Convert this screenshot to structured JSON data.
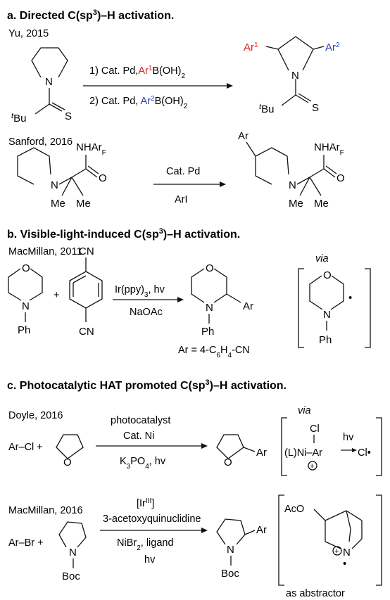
{
  "section_a": {
    "title": "a. Directed C(sp3)–H activation.",
    "yu": {
      "citation": "Yu, 2015",
      "step1_prefix": "1) Cat. Pd,",
      "ar1": "Ar1",
      "step1_suffix": "B(OH)2",
      "step2_prefix": "2) Cat. Pd,",
      "ar2": "Ar2",
      "step2_suffix": "B(OH)2",
      "reactant_atoms": {
        "n": "N",
        "tbu": "tBu",
        "s": "S"
      },
      "product_atoms": {
        "ar1": "Ar1",
        "ar2": "Ar2",
        "n": "N",
        "tbu": "tBu",
        "s": "S"
      }
    },
    "sanford": {
      "citation": "Sanford, 2016",
      "condition_top": "Cat. Pd",
      "condition_bottom": "ArI",
      "reactant_atoms": {
        "n": "N",
        "nhar": "NHArF",
        "o": "O",
        "me1": "Me",
        "me2": "Me"
      },
      "product_atoms": {
        "ar": "Ar",
        "n": "N",
        "nhar": "NHArF",
        "o": "O",
        "me1": "Me",
        "me2": "Me"
      }
    }
  },
  "section_b": {
    "title": "b. Visible-light-induced C(sp3)–H activation.",
    "citation": "MacMillan, 2011",
    "plus": "+",
    "condition_top": "Ir(ppy)3, hv",
    "condition_bottom": "NaOAc",
    "via": "via",
    "ar_definition": "Ar = 4-C6H4-CN",
    "atoms": {
      "o": "O",
      "n": "N",
      "ph": "Ph",
      "cn_top": "CN",
      "cn_bottom": "CN",
      "ar": "Ar",
      "radical_dot": "•"
    }
  },
  "section_c": {
    "title": "c. Photocatalytic HAT promoted C(sp3)–H activation.",
    "doyle": {
      "citation": "Doyle, 2016",
      "reactant": "Ar–Cl +",
      "condition_top1": "photocatalyst",
      "condition_top2": "Cat. Ni",
      "condition_bottom": "K3PO4, hv",
      "via": "via",
      "cl_top": "Cl",
      "ni_complex": "(L)Ni–Ar",
      "hv": "hv",
      "cl_radical": "Cl•",
      "atoms": {
        "o1": "O",
        "o2": "O",
        "ar": "Ar"
      }
    },
    "macmillan": {
      "citation": "MacMillan, 2016",
      "reactant": "Ar–Br +",
      "condition_top1": "[IrIII]",
      "condition_top2": "3-acetoxyquinuclidine",
      "condition_bottom1": "NiBr2, ligand",
      "condition_bottom2": "hv",
      "aco": "AcO",
      "abstractor_note": "as abstractor",
      "atoms": {
        "n1": "N",
        "boc1": "Boc",
        "n2": "N",
        "boc2": "Boc",
        "ar": "Ar",
        "n_cation": "N",
        "plus": "+",
        "dot": "•"
      }
    }
  }
}
